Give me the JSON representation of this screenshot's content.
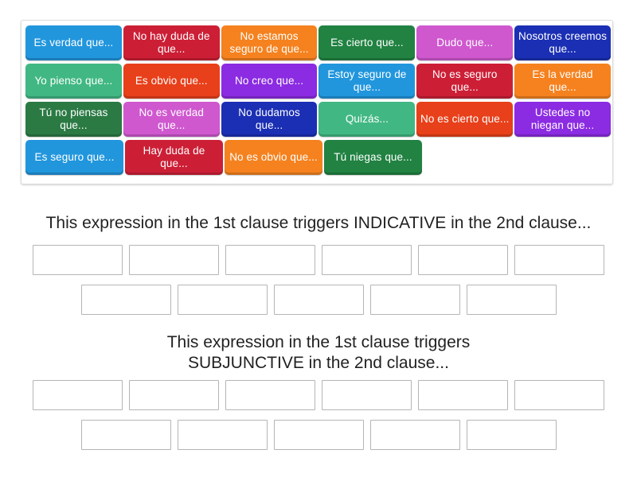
{
  "tile_bank": {
    "name": "word-tile-bank",
    "rows": [
      [
        {
          "label": "Es verdad que...",
          "color": "#2196dd"
        },
        {
          "label": "No hay duda de que...",
          "color": "#cc1f36"
        },
        {
          "label": "No estamos seguro de que...",
          "color": "#f5821f"
        },
        {
          "label": "Es cierto que...",
          "color": "#218242"
        },
        {
          "label": "Dudo que...",
          "color": "#cf58cf"
        },
        {
          "label": "Nosotros creemos que...",
          "color": "#1b2fb4"
        }
      ],
      [
        {
          "label": "Yo pienso que...",
          "color": "#41b883"
        },
        {
          "label": "Es obvio que...",
          "color": "#e8401a"
        },
        {
          "label": "No creo que...",
          "color": "#8b2be2"
        },
        {
          "label": "Estoy seguro de que...",
          "color": "#2196dd"
        },
        {
          "label": "No es seguro que...",
          "color": "#cc1f36"
        },
        {
          "label": "Es la verdad que...",
          "color": "#f5821f"
        }
      ],
      [
        {
          "label": "Tú no piensas que...",
          "color": "#2b7a44"
        },
        {
          "label": "No es verdad que...",
          "color": "#cf58cf"
        },
        {
          "label": "No dudamos que...",
          "color": "#1b2fb4"
        },
        {
          "label": "Quizás...",
          "color": "#41b883"
        },
        {
          "label": "No es cierto que...",
          "color": "#e8401a"
        },
        {
          "label": "Ustedes no niegan que...",
          "color": "#8b2be2"
        }
      ],
      [
        {
          "label": "Es seguro que...",
          "color": "#2196dd"
        },
        {
          "label": "Hay duda de que...",
          "color": "#cc1f36"
        },
        {
          "label": "No es obvio que...",
          "color": "#f5821f"
        },
        {
          "label": "Tú niegas que...",
          "color": "#218242"
        }
      ]
    ]
  },
  "sections": {
    "indicative": {
      "prompt": "This expression in the 1st clause triggers INDICATIVE in the 2nd clause...",
      "dropzone_rows": [
        6,
        5
      ]
    },
    "subjunctive": {
      "prompt": "This expression in the 1st clause triggers SUBJUNCTIVE in the 2nd clause...",
      "dropzone_rows": [
        6,
        5
      ]
    }
  },
  "colors": {
    "page_background": "#ffffff",
    "bank_border": "#dcdcdc",
    "dropzone_border": "#b5b5b5",
    "text": "#222222"
  }
}
